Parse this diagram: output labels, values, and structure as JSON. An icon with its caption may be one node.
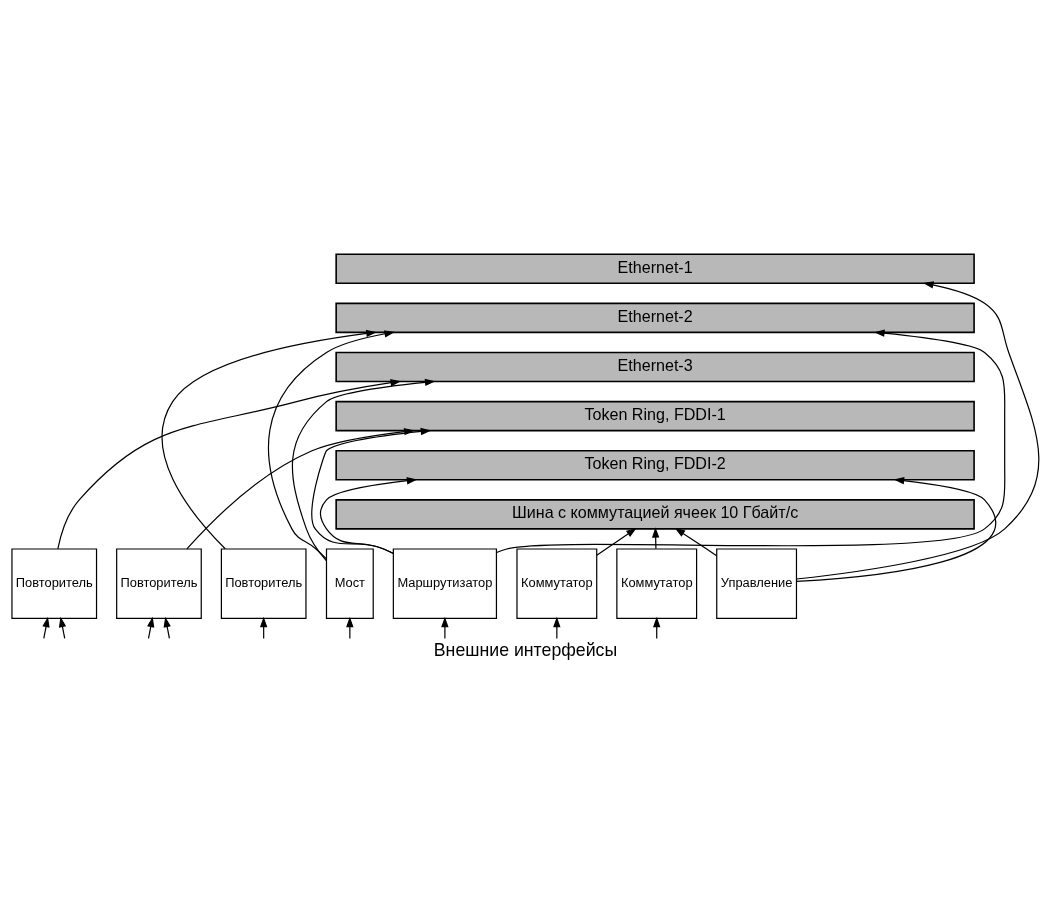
{
  "diagram": {
    "caption": "Внешние интерфейсы",
    "nodes": [
      {
        "text": [
          "Ethernet-1"
        ]
      },
      {
        "text": [
          "Ethernet-2"
        ]
      },
      {
        "text": [
          "Ethernet-3"
        ]
      },
      {
        "text": [
          "Token Ring, FDDI-1"
        ]
      },
      {
        "text": [
          "Token Ring, FDDI-2"
        ]
      },
      {
        "text": [
          "Шина с коммутацией ячеек 10 Гбайт/с"
        ]
      },
      {
        "text": [
          "Повторитель"
        ]
      },
      {
        "text": [
          "Повторитель"
        ]
      },
      {
        "text": [
          "Повторитель"
        ]
      },
      {
        "text": [
          "Мост"
        ]
      },
      {
        "text": [
          "Маршрутизатор"
        ]
      },
      {
        "text": [
          "Коммутатор"
        ]
      },
      {
        "text": [
          "Коммутатор"
        ]
      },
      {
        "text": [
          "Управление"
        ]
      }
    ],
    "edges": [
      {
        "from": 6,
        "to": 2,
        "arrow": "to"
      },
      {
        "from": 7,
        "to": 3,
        "arrow": "to"
      },
      {
        "from": 8,
        "to": 1,
        "arrow": "to"
      },
      {
        "from": 9,
        "to": 2,
        "arrow": "to"
      },
      {
        "from": 9,
        "to": 1,
        "arrow": "to"
      },
      {
        "from": 10,
        "to": 4,
        "arrow": "to"
      },
      {
        "from": 10,
        "to": 1,
        "arrow": "to"
      },
      {
        "from": 10,
        "to": 3,
        "arrow": "to"
      },
      {
        "from": 11,
        "to": 5,
        "arrow": "to"
      },
      {
        "from": 12,
        "to": 5,
        "arrow": "to"
      },
      {
        "from": 13,
        "to": 5,
        "arrow": "to"
      },
      {
        "from": 13,
        "to": 4,
        "arrow": "to"
      },
      {
        "from": 13,
        "to": 0,
        "arrow": "to"
      },
      {
        "from": null,
        "to": 6,
        "arrow": "to"
      },
      {
        "from": null,
        "to": 6,
        "arrow": "to"
      },
      {
        "from": null,
        "to": 7,
        "arrow": "to"
      },
      {
        "from": null,
        "to": 7,
        "arrow": "to"
      },
      {
        "from": null,
        "to": 8,
        "arrow": "to"
      },
      {
        "from": null,
        "to": 9,
        "arrow": "to"
      },
      {
        "from": null,
        "to": 10,
        "arrow": "to"
      },
      {
        "from": null,
        "to": 11,
        "arrow": "to"
      },
      {
        "from": null,
        "to": 12,
        "arrow": "to"
      }
    ]
  }
}
